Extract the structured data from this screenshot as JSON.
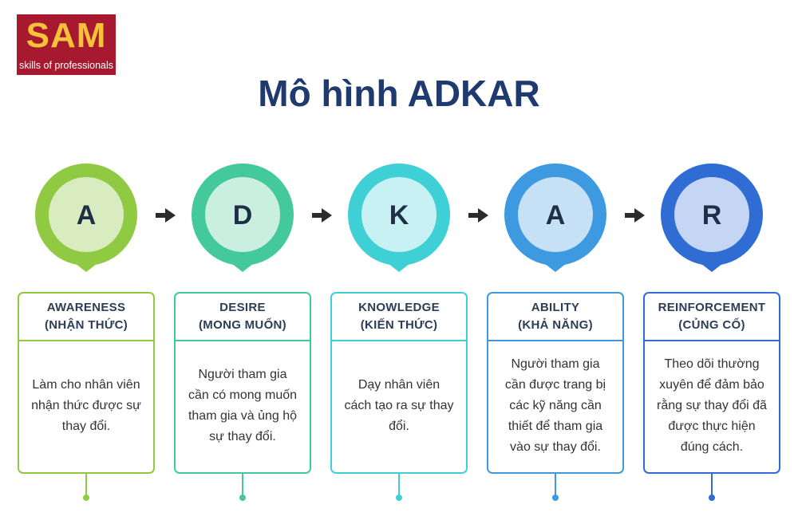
{
  "logo": {
    "main": "SAM",
    "sub": "skills of professionals"
  },
  "title": "Mô hình ADKAR",
  "stages": [
    {
      "letter": "A",
      "head_1": "AWARENESS",
      "head_2": "(NHẬN THỨC)",
      "body": "Làm cho nhân viên nhận thức được sự thay đổi.",
      "color": "#8fca42",
      "inner_color": "#d9ecc0"
    },
    {
      "letter": "D",
      "head_1": "DESIRE",
      "head_2": "(MONG MUỐN)",
      "body": "Người tham gia cần có mong muốn tham gia và ủng hộ sự thay đổi.",
      "color": "#43c99b",
      "inner_color": "#c9efe0"
    },
    {
      "letter": "K",
      "head_1": "KNOWLEDGE",
      "head_2": "(KIẾN THỨC)",
      "body": "Dạy nhân viên cách tạo ra sự thay đổi.",
      "color": "#3fd0d6",
      "inner_color": "#c7f1f3"
    },
    {
      "letter": "A",
      "head_1": "ABILITY",
      "head_2": "(KHẢ NĂNG)",
      "body": "Người tham gia cần được trang bị các kỹ năng cần thiết để tham gia vào sự thay đổi.",
      "color": "#3d9ae0",
      "inner_color": "#c6e0f6"
    },
    {
      "letter": "R",
      "head_1": "REINFORCEMENT",
      "head_2": "(CỦNG CỐ)",
      "body": "Theo dõi thường xuyên để đảm bảo rằng sự thay đổi đã được thực hiện đúng cách.",
      "color": "#2f6cd4",
      "inner_color": "#c4d6f3"
    }
  ]
}
